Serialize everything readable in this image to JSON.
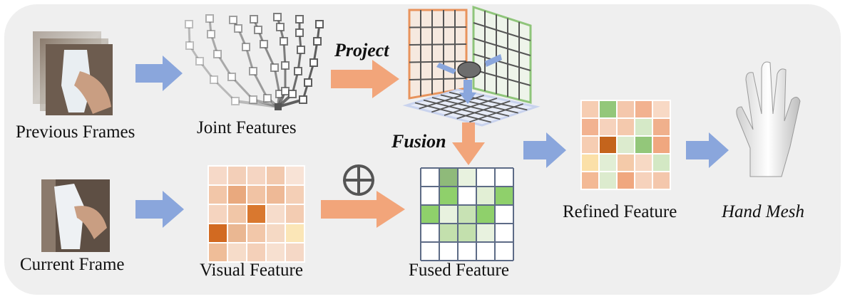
{
  "labels": {
    "previous_frames": "Previous Frames",
    "joint_features": "Joint Features",
    "project": "Project",
    "fusion": "Fusion",
    "current_frame": "Current Frame",
    "visual_feature": "Visual Feature",
    "fused_feature": "Fused Feature",
    "refined_feature": "Refined Feature",
    "hand_mesh": "Hand Mesh"
  },
  "colors": {
    "panel_bg": "#efefef",
    "arrow_blue": "#8aa6dc",
    "arrow_orange": "#f2a57a",
    "grid_orange": "#e8935c",
    "grid_green": "#8fc57a",
    "grid_blue": "#c9d3ee"
  },
  "visual_feature_grid": [
    [
      "#f6d9c8",
      "#f3cfb8",
      "#f5d5c2",
      "#f2c9ae",
      "#f8e3d6"
    ],
    [
      "#f2c6a8",
      "#e9a97e",
      "#f1c3a4",
      "#eeb996",
      "#f4cfb6"
    ],
    [
      "#f5d4bf",
      "#f1c6a7",
      "#d9782f",
      "#f6dccb",
      "#f3ccb2"
    ],
    [
      "#d26a21",
      "#eab792",
      "#f2c7a9",
      "#f5d9c4",
      "#fbe6b7"
    ],
    [
      "#efbd98",
      "#f6dcc9",
      "#f4d0b9",
      "#f7e0d0",
      "#f5d8c6"
    ]
  ],
  "fused_feature_grid": [
    [
      "#ffffff",
      "#8fba7a",
      "#e8f2df",
      "#ffffff",
      "#ffffff"
    ],
    [
      "#ffffff",
      "#8fd06b",
      "#ffffff",
      "#e2efd5",
      "#8fd06b"
    ],
    [
      "#8fd06b",
      "#e8f2df",
      "#c8e2b4",
      "#8fd06b",
      "#ffffff"
    ],
    [
      "#ffffff",
      "#c3e0ad",
      "#c3e0ad",
      "#e8f2df",
      "#ffffff"
    ],
    [
      "#ffffff",
      "#ffffff",
      "#ffffff",
      "#ffffff",
      "#ffffff"
    ]
  ],
  "refined_feature_grid": [
    [
      "#f6cdb2",
      "#93c77a",
      "#f4c7ac",
      "#f2b290",
      "#f8d9c5"
    ],
    [
      "#f2b290",
      "#f6d2bc",
      "#f4c9ad",
      "#d5e9c7",
      "#f0b08c"
    ],
    [
      "#f6cdb2",
      "#c4641c",
      "#dcebce",
      "#93c77a",
      "#f0a77f"
    ],
    [
      "#fbe0a8",
      "#e1eed5",
      "#f4caa9",
      "#f7d9c4",
      "#d3e8c4"
    ],
    [
      "#f3b995",
      "#dcebce",
      "#f0a77f",
      "#f6d2bc",
      "#f4c7ac"
    ]
  ]
}
